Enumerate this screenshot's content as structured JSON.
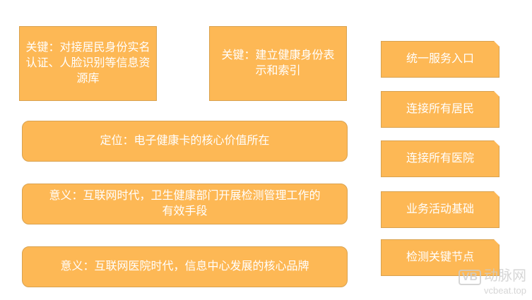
{
  "key_boxes": [
    "关键：对接居民身份实名认证、人脸识别等信息资源库",
    "关键：建立健康身份表示和索引"
  ],
  "pills": [
    "定位：电子健康卡的核心价值所在",
    "意义：互联网时代，卫生健康部门开展检测管理工作的有效手段",
    "意义：互联网医院时代，信息中心发展的核心品牌"
  ],
  "tags": [
    "统一服务入口",
    "连接所有居民",
    "连接所有医院",
    "业务活动基础",
    "检测关键节点"
  ],
  "watermark": {
    "logo": "VB",
    "name": "动脉网",
    "url": "vcbeat.top"
  },
  "colors": {
    "fill": "#FDB855",
    "border": "#D9A24F"
  }
}
